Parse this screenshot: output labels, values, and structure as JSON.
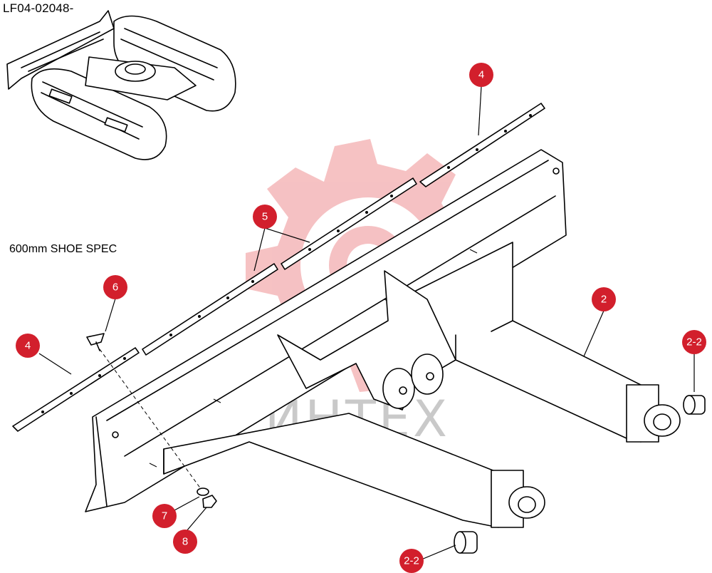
{
  "drawing_code": "LF04-02048-",
  "spec_note": "600mm SHOE SPEC",
  "watermark_text": "ИНТЕХ",
  "colors": {
    "badge": "#d21f2c",
    "watermark_gear": "#f4b7b9",
    "line": "#000000"
  },
  "callouts": [
    {
      "id": "c4a",
      "label": "4"
    },
    {
      "id": "c5",
      "label": "5"
    },
    {
      "id": "c6",
      "label": "6"
    },
    {
      "id": "c4b",
      "label": "4"
    },
    {
      "id": "c2",
      "label": "2"
    },
    {
      "id": "c22a",
      "label": "2-2"
    },
    {
      "id": "c7",
      "label": "7"
    },
    {
      "id": "c8",
      "label": "8"
    },
    {
      "id": "c22b",
      "label": "2-2"
    }
  ]
}
